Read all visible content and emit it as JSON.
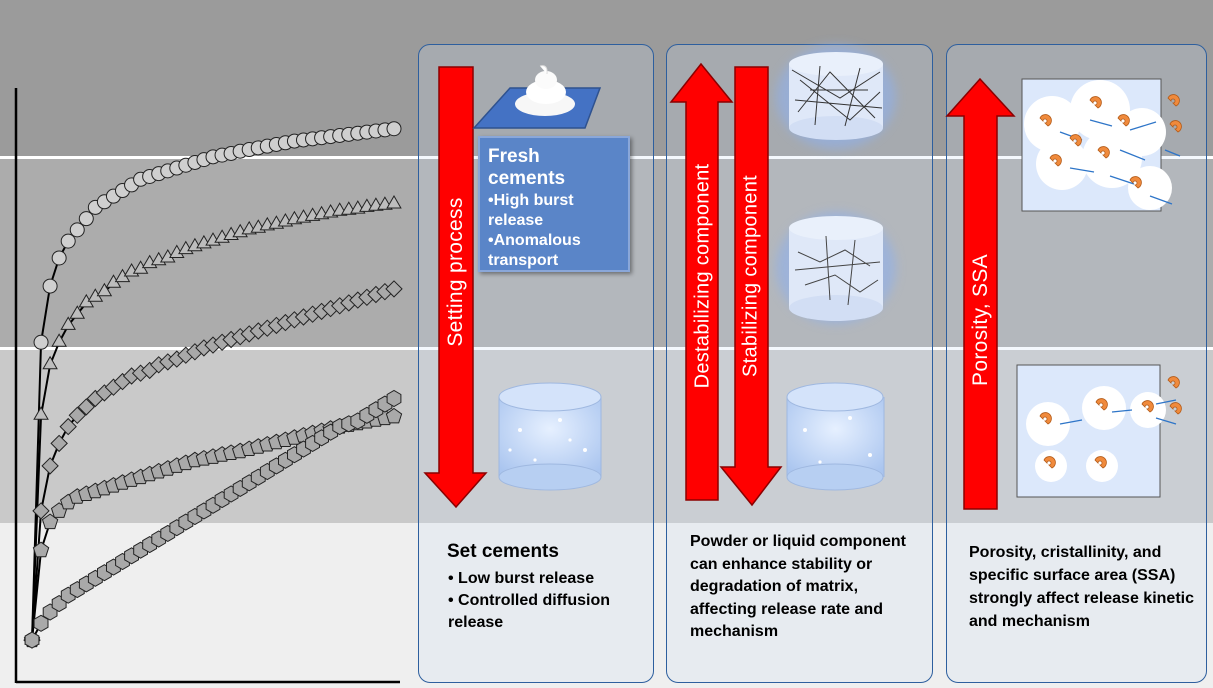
{
  "colors": {
    "band_top": "#9b9b9b",
    "band_mid": "#acacac",
    "band_low": "#c9c9c9",
    "band_bottom": "#efefef",
    "panel_border": "#2e5f9e",
    "arrow_red": "#ff0000",
    "fresh_box": "#5a85c8",
    "marker_fill": "#a9a9a9"
  },
  "panel1": {
    "arrow_label": "Setting process",
    "fresh_title": "Fresh cements",
    "fresh_items": [
      "•High burst release",
      "•Anomalous transport"
    ],
    "set_title": "Set cements",
    "set_items": [
      "• Low burst release",
      "• Controlled diffusion release"
    ]
  },
  "panel2": {
    "arrow_up_label": "Destabilizing component",
    "arrow_down_label": "Stabilizing component",
    "description": "Powder or liquid component can enhance stability or degradation of matrix, affecting release rate and mechanism"
  },
  "panel3": {
    "arrow_label": "Porosity, SSA",
    "description": "Porosity, cristallinity, and specific surface area (SSA) strongly affect release kinetic and mechanism"
  },
  "chart_data": {
    "type": "scatter",
    "note_markers": [
      "circle",
      "triangle",
      "diamond",
      "pentagon",
      "hexagon"
    ],
    "series": [
      {
        "marker": "circle",
        "values": [
          0.03,
          0.56,
          0.66,
          0.71,
          0.74,
          0.76,
          0.78,
          0.8,
          0.81,
          0.82,
          0.83,
          0.84,
          0.85,
          0.855,
          0.86,
          0.865,
          0.87,
          0.875,
          0.88,
          0.885,
          0.89,
          0.893,
          0.896,
          0.9,
          0.903,
          0.906,
          0.909,
          0.912,
          0.915,
          0.918,
          0.92,
          0.922,
          0.924,
          0.926,
          0.928,
          0.93,
          0.932,
          0.934,
          0.936,
          0.938,
          0.94
        ]
      },
      {
        "marker": "triangle",
        "values": [
          0.03,
          0.43,
          0.52,
          0.56,
          0.59,
          0.61,
          0.63,
          0.64,
          0.65,
          0.665,
          0.675,
          0.685,
          0.69,
          0.7,
          0.705,
          0.71,
          0.718,
          0.725,
          0.73,
          0.735,
          0.74,
          0.745,
          0.75,
          0.755,
          0.76,
          0.763,
          0.767,
          0.77,
          0.774,
          0.778,
          0.781,
          0.784,
          0.787,
          0.79,
          0.793,
          0.795,
          0.797,
          0.8,
          0.802,
          0.804,
          0.806
        ]
      },
      {
        "marker": "diamond",
        "values": [
          0.03,
          0.26,
          0.34,
          0.38,
          0.41,
          0.43,
          0.445,
          0.46,
          0.47,
          0.48,
          0.49,
          0.5,
          0.505,
          0.51,
          0.52,
          0.525,
          0.53,
          0.537,
          0.543,
          0.55,
          0.555,
          0.56,
          0.565,
          0.57,
          0.575,
          0.58,
          0.585,
          0.59,
          0.595,
          0.6,
          0.605,
          0.61,
          0.615,
          0.62,
          0.625,
          0.63,
          0.635,
          0.64,
          0.645,
          0.65,
          0.655
        ]
      },
      {
        "marker": "pentagon",
        "values": [
          0.03,
          0.19,
          0.24,
          0.26,
          0.275,
          0.285,
          0.29,
          0.295,
          0.3,
          0.305,
          0.31,
          0.315,
          0.32,
          0.325,
          0.33,
          0.335,
          0.34,
          0.345,
          0.35,
          0.353,
          0.356,
          0.36,
          0.363,
          0.366,
          0.37,
          0.374,
          0.378,
          0.382,
          0.386,
          0.39,
          0.394,
          0.398,
          0.402,
          0.406,
          0.41,
          0.413,
          0.416,
          0.419,
          0.422,
          0.425,
          0.428
        ]
      },
      {
        "marker": "hexagon",
        "values": [
          0.03,
          0.06,
          0.08,
          0.095,
          0.11,
          0.12,
          0.13,
          0.14,
          0.15,
          0.16,
          0.17,
          0.18,
          0.19,
          0.2,
          0.21,
          0.22,
          0.23,
          0.24,
          0.25,
          0.26,
          0.27,
          0.28,
          0.29,
          0.3,
          0.31,
          0.32,
          0.33,
          0.34,
          0.35,
          0.36,
          0.37,
          0.38,
          0.39,
          0.4,
          0.41,
          0.415,
          0.42,
          0.43,
          0.44,
          0.45,
          0.46
        ]
      }
    ]
  }
}
